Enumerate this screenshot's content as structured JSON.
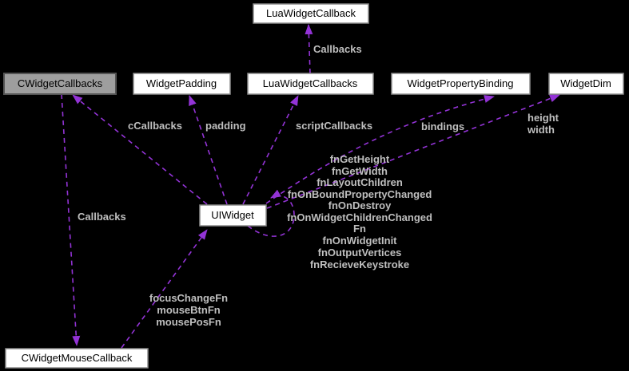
{
  "diagram_type": "collaboration-diagram",
  "colors": {
    "background": "#000000",
    "edge": "#9333d6",
    "edge_label": "#bfbfbf",
    "node_fill": "#ffffff",
    "node_border": "#8c8c8c",
    "node_text": "#000000",
    "highlighted_node_fill": "#9e9e9e",
    "highlighted_node_border": "#545454"
  },
  "nodes": {
    "lua_widget_callback": {
      "label": "LuaWidgetCallback"
    },
    "c_widget_callbacks": {
      "label": "CWidgetCallbacks",
      "highlighted": true
    },
    "widget_padding": {
      "label": "WidgetPadding"
    },
    "lua_widget_callbacks": {
      "label": "LuaWidgetCallbacks"
    },
    "widget_property_binding": {
      "label": "WidgetPropertyBinding"
    },
    "widget_dim": {
      "label": "WidgetDim"
    },
    "ui_widget": {
      "label": "UIWidget"
    },
    "c_widget_mouse_callback": {
      "label": "CWidgetMouseCallback"
    }
  },
  "edge_labels": {
    "callbacks_top": "Callbacks",
    "c_callbacks": "cCallbacks",
    "padding": "padding",
    "script_callbacks": "scriptCallbacks",
    "bindings": "bindings",
    "height": "height",
    "width": "width",
    "callbacks_left": "Callbacks",
    "self_loop": [
      "fnGetHeight",
      "fnGetWidth",
      "fnLayoutChildren",
      "fnOnBoundPropertyChanged",
      "fnOnDestroy",
      "fnOnWidgetChildrenChanged",
      "Fn",
      "fnOnWidgetInit",
      "fnOutputVertices",
      "fnRecieveKeystroke"
    ],
    "mouse_callback_members": [
      "focusChangeFn",
      "mouseBtnFn",
      "mousePosFn"
    ]
  }
}
